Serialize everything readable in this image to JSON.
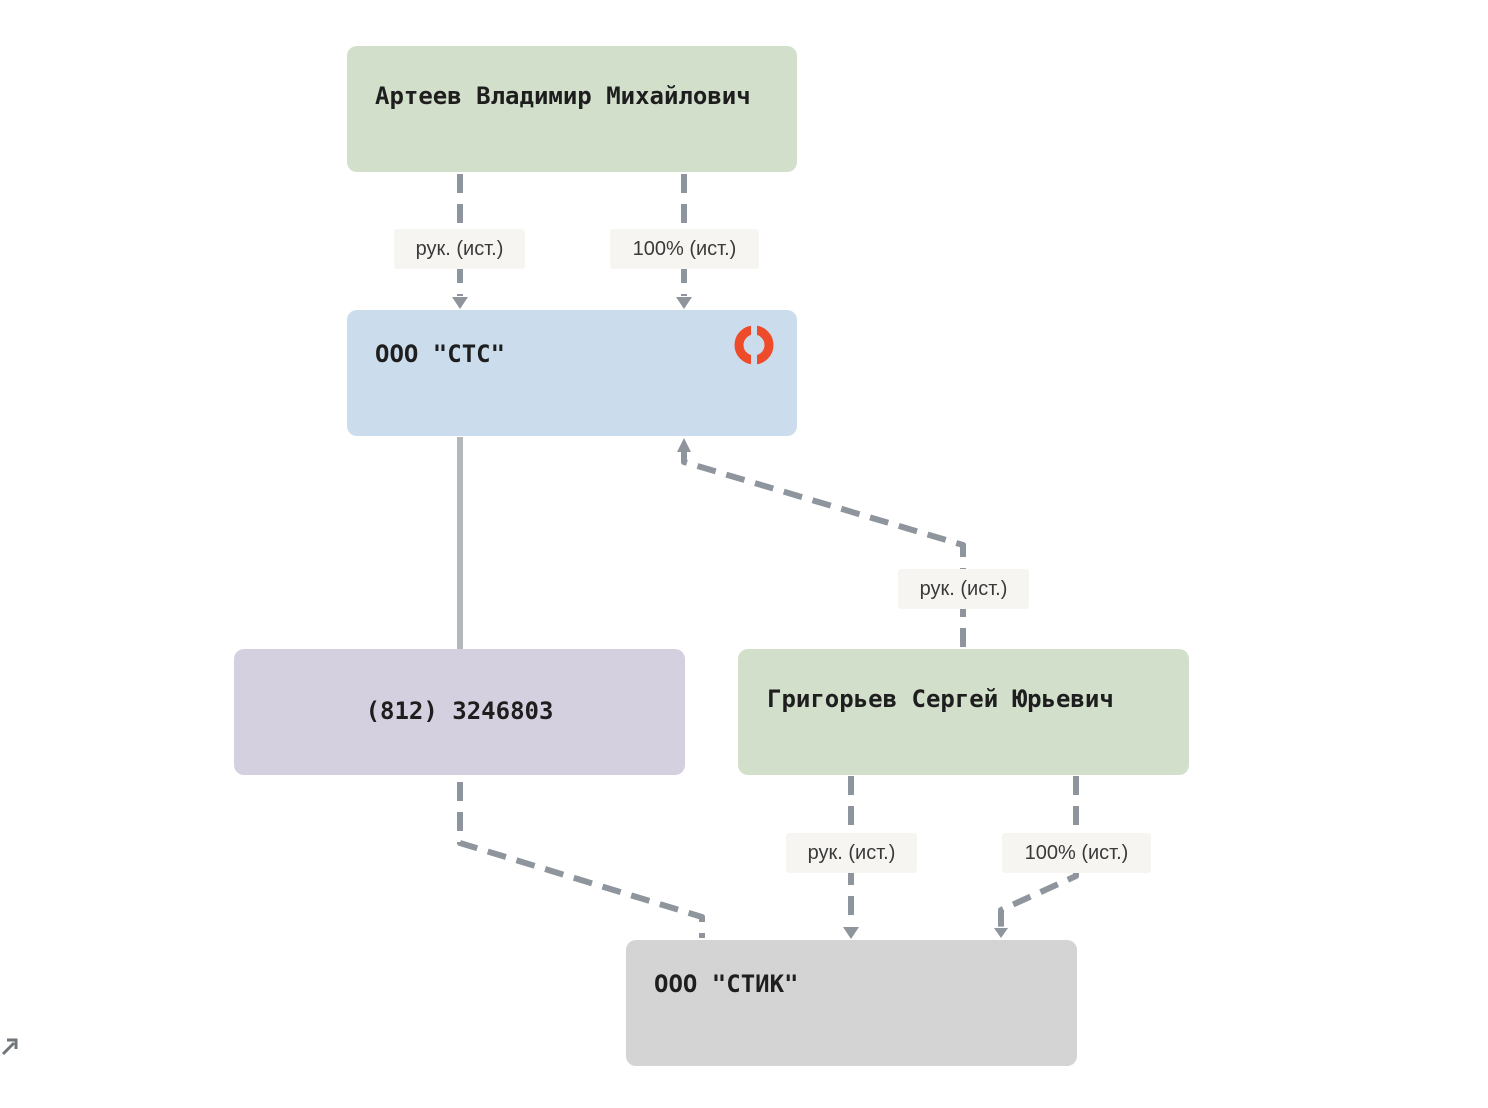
{
  "nodes": {
    "artev": {
      "label": "Артеев Владимир Михайлович",
      "kind": "person",
      "color": "#d2dfcb"
    },
    "sts": {
      "label": "ООО \"СТС\"",
      "kind": "company",
      "color": "#cbdcec",
      "icon": "status-circle-icon",
      "icon_color": "#ee4b2b"
    },
    "phone": {
      "label": "(812) 3246803",
      "kind": "phone",
      "color": "#d5d0df"
    },
    "grigoriev": {
      "label": "Григорьев Сергей Юрьевич",
      "kind": "person",
      "color": "#d2dfcb"
    },
    "stik": {
      "label": "ООО \"СТИК\"",
      "kind": "company",
      "color": "#d4d4d4"
    }
  },
  "edges": [
    {
      "from": "artev",
      "to": "sts",
      "label": "рук. (ист.)",
      "style": "dashed"
    },
    {
      "from": "artev",
      "to": "sts",
      "label": "100% (ист.)",
      "style": "dashed"
    },
    {
      "from": "grigoriev",
      "to": "sts",
      "label": "рук. (ист.)",
      "style": "dashed"
    },
    {
      "from": "sts",
      "to": "phone",
      "label": "",
      "style": "solid"
    },
    {
      "from": "phone",
      "to": "stik",
      "label": "",
      "style": "dashed"
    },
    {
      "from": "grigoriev",
      "to": "stik",
      "label": "рук. (ист.)",
      "style": "dashed"
    },
    {
      "from": "grigoriev",
      "to": "stik",
      "label": "100% (ист.)",
      "style": "dashed"
    }
  ],
  "colors": {
    "edge": "#8e959c",
    "solid_edge": "#b3b6ba",
    "label_bg": "#f6f5f1"
  },
  "controls": {
    "expand_icon": "expand-arrow-icon"
  }
}
